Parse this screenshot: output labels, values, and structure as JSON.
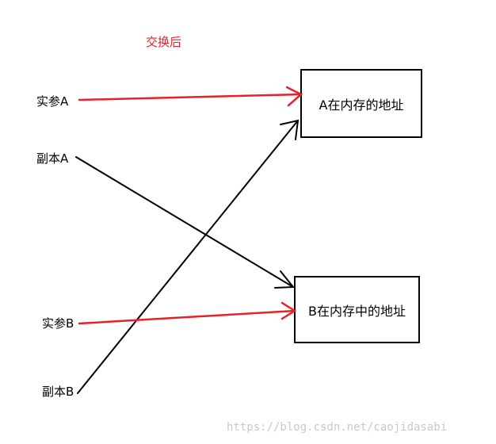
{
  "title": "交换后",
  "labels": {
    "actual_a": "实参A",
    "copy_a": "副本A",
    "actual_b": "实参B",
    "copy_b": "副本B"
  },
  "boxes": {
    "addr_a": "A在内存的地址",
    "addr_b": "B在内存中的地址"
  },
  "watermark": "https://blog.csdn.net/caojidasabi",
  "colors": {
    "red": "#e8202a",
    "black": "#000000"
  }
}
